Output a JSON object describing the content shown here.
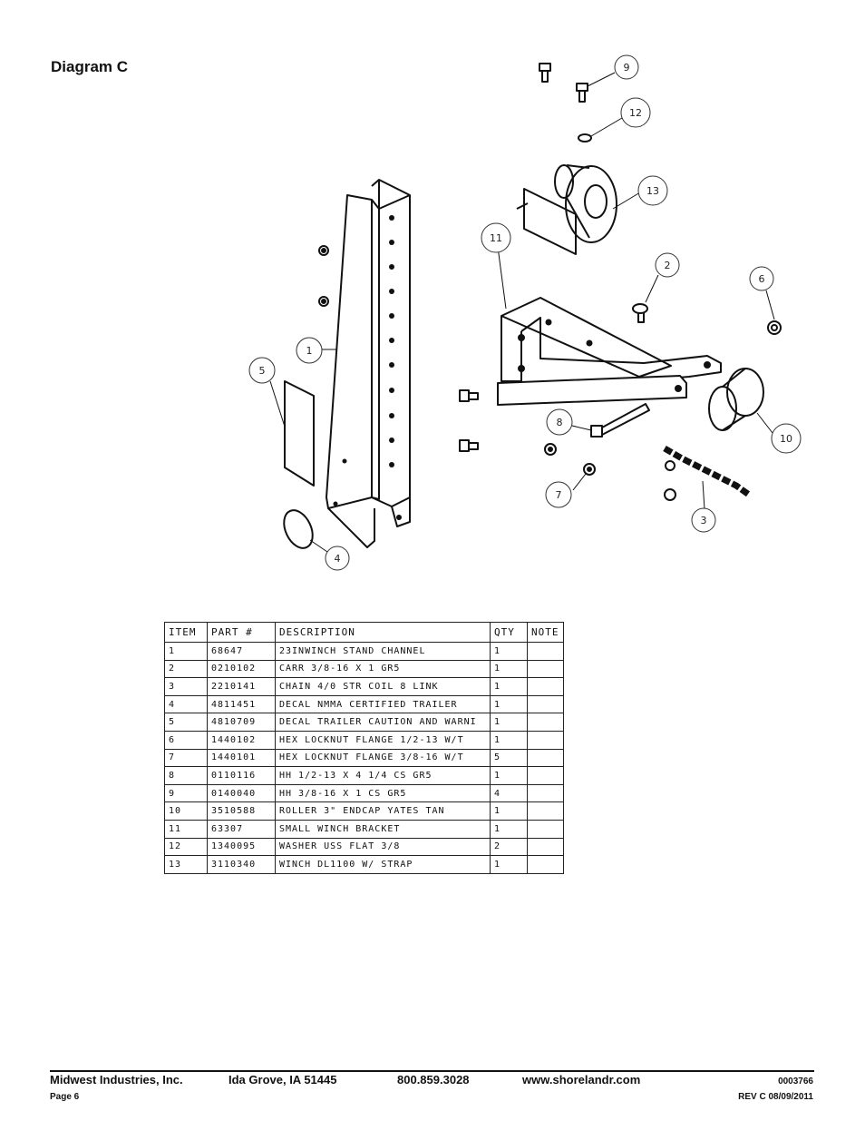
{
  "page_title": "Diagram C",
  "callouts": [
    "1",
    "2",
    "3",
    "4",
    "5",
    "6",
    "7",
    "8",
    "9",
    "10",
    "11",
    "12",
    "13"
  ],
  "table": {
    "headers": [
      "ITEM",
      "PART #",
      "DESCRIPTION",
      "QTY",
      "NOTE"
    ],
    "rows": [
      [
        "1",
        "68647",
        "23INWINCH STAND CHANNEL",
        "1",
        ""
      ],
      [
        "2",
        "0210102",
        "CARR 3/8-16 X 1 GR5",
        "1",
        ""
      ],
      [
        "3",
        "2210141",
        "CHAIN 4/0 STR COIL 8 LINK",
        "1",
        ""
      ],
      [
        "4",
        "4811451",
        "DECAL NMMA CERTIFIED TRAILER",
        "1",
        ""
      ],
      [
        "5",
        "4810709",
        "DECAL TRAILER CAUTION AND WARNI",
        "1",
        ""
      ],
      [
        "6",
        "1440102",
        "HEX LOCKNUT FLANGE 1/2-13 W/T",
        "1",
        ""
      ],
      [
        "7",
        "1440101",
        "HEX LOCKNUT FLANGE 3/8-16 W/T",
        "5",
        ""
      ],
      [
        "8",
        "0110116",
        "HH 1/2-13 X 4 1/4 CS GR5",
        "1",
        ""
      ],
      [
        "9",
        "0140040",
        "HH 3/8-16 X 1 CS GR5",
        "4",
        ""
      ],
      [
        "10",
        "3510588",
        "ROLLER 3\" ENDCAP YATES TAN",
        "1",
        ""
      ],
      [
        "11",
        "63307",
        "SMALL WINCH BRACKET",
        "1",
        ""
      ],
      [
        "12",
        "1340095",
        "WASHER USS FLAT 3/8",
        "2",
        ""
      ],
      [
        "13",
        "3110340",
        "WINCH DL1100 W/ STRAP",
        "1",
        ""
      ]
    ]
  },
  "footer": {
    "company": "Midwest Industries, Inc.",
    "city": "Ida Grove, IA  51445",
    "phone": "800.859.3028",
    "website": "www.shorelandr.com",
    "doc_number": "0003766",
    "page": "Page 6",
    "revision": "REV C   08/09/2011"
  }
}
